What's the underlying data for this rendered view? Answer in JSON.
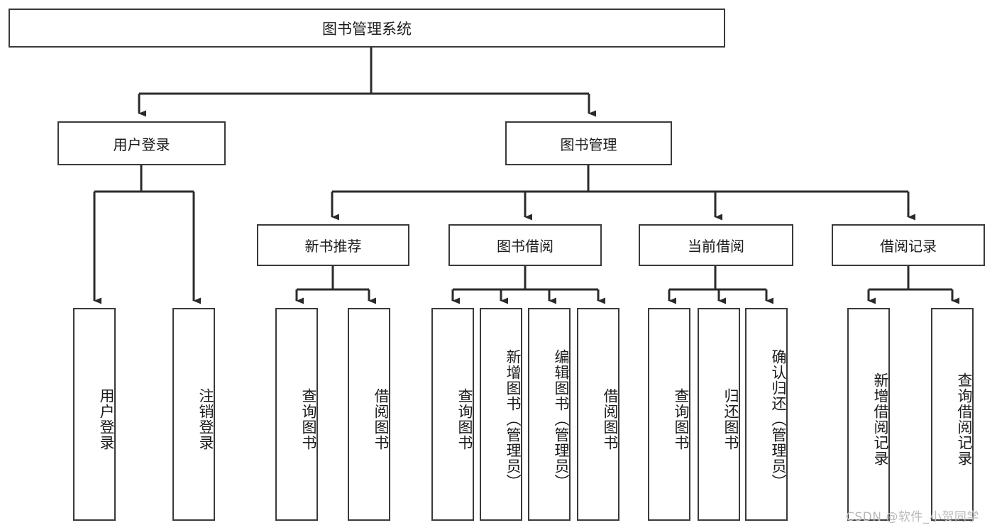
{
  "diagram": {
    "title": "图书管理系统",
    "type": "tree",
    "colors": {
      "box_border": "#3a3a3a",
      "box_fill": "#ffffff",
      "edge": "#2b2b2b",
      "text": "#1b1b1b",
      "watermark": "#b9b9b9"
    },
    "nodes": {
      "root": {
        "label": "图书管理系统"
      },
      "level2": [
        {
          "id": "user-login",
          "label": "用户登录"
        },
        {
          "id": "book-manage",
          "label": "图书管理"
        }
      ],
      "level3": [
        {
          "id": "new-book-rec",
          "label": "新书推荐"
        },
        {
          "id": "book-borrow",
          "label": "图书借阅"
        },
        {
          "id": "current-borrow",
          "label": "当前借阅"
        },
        {
          "id": "borrow-record",
          "label": "借阅记录"
        }
      ],
      "leaves": {
        "user-login": [
          {
            "id": "leaf-user-login",
            "label": "用户登录"
          },
          {
            "id": "leaf-logout",
            "label": "注销登录"
          }
        ],
        "new-book-rec": [
          {
            "id": "leaf-query-book-1",
            "label": "查询图书"
          },
          {
            "id": "leaf-borrow-book-1",
            "label": "借阅图书"
          }
        ],
        "book-borrow": [
          {
            "id": "leaf-query-book-2",
            "label": "查询图书"
          },
          {
            "id": "leaf-add-book",
            "label": "新增图书（管理员）"
          },
          {
            "id": "leaf-edit-book",
            "label": "编辑图书（管理员）"
          },
          {
            "id": "leaf-borrow-book-2",
            "label": "借阅图书"
          }
        ],
        "current-borrow": [
          {
            "id": "leaf-query-book-3",
            "label": "查询图书"
          },
          {
            "id": "leaf-return-book",
            "label": "归还图书"
          },
          {
            "id": "leaf-confirm-return",
            "label": "确认归还（管理员）"
          }
        ],
        "borrow-record": [
          {
            "id": "leaf-add-record",
            "label": "新增借阅记录"
          },
          {
            "id": "leaf-query-record",
            "label": "查询借阅记录"
          }
        ]
      }
    },
    "watermark": "CSDN @软件_小贺同学"
  }
}
